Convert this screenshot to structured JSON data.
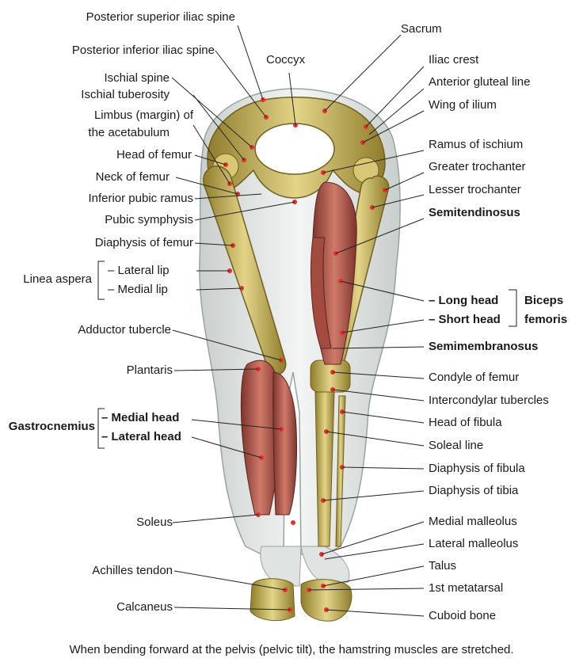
{
  "left_labels": [
    "Posterior superior iliac spine",
    "Posterior inferior iliac spine",
    "Ischial spine",
    "Ischial tuberosity",
    "Limbus (margin) of",
    "the acetabulum",
    "Head of femur",
    "Neck of femur",
    "Inferior pubic ramus",
    "Pubic symphysis",
    "Diaphysis of femur",
    "Linea aspera",
    "– Lateral lip",
    "– Medial lip",
    "Adductor tubercle",
    "Plantaris",
    "Gastrocnemius",
    "– Medial head",
    "– Lateral head",
    "Soleus",
    "Achilles tendon",
    "Calcaneus"
  ],
  "right_labels": [
    "Coccyx",
    "Sacrum",
    "Iliac crest",
    "Anterior gluteal line",
    "Wing of ilium",
    "Ramus of ischium",
    "Greater trochanter",
    "Lesser trochanter",
    "Semitendinosus",
    "– Long head",
    "– Short head",
    "Biceps",
    "femoris",
    "Semimembranosus",
    "Condyle of femur",
    "Intercondylar tubercles",
    "Head of fibula",
    "Soleal line",
    "Diaphysis of fibula",
    "Diaphysis of tibia",
    "Medial malleolus",
    "Lateral malleolus",
    "Talus",
    "1st metatarsal",
    "Cuboid bone"
  ],
  "caption": "When bending forward at the pelvis (pelvic tilt), the hamstring muscles are stretched.",
  "colors": {
    "bone": "#cdbd6a",
    "bone_dark": "#8f7d2c",
    "muscle": "#b5574c",
    "skin": "#e7ebe9",
    "marker": "#e0312b",
    "leader": "#222222"
  }
}
